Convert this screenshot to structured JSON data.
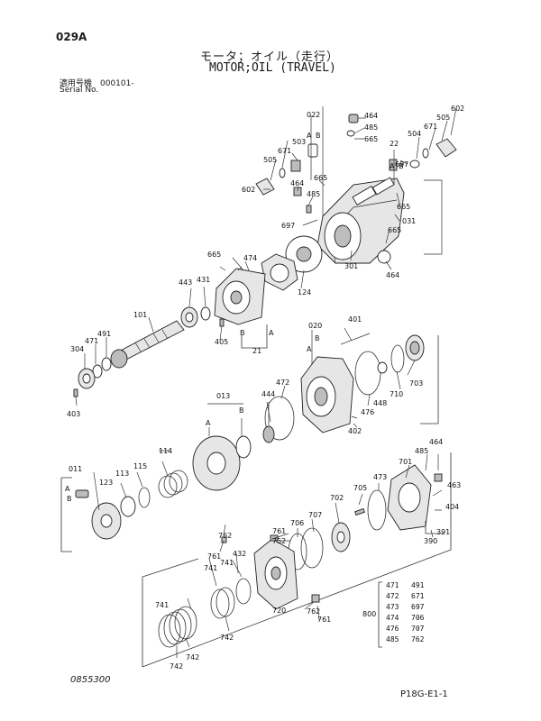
{
  "header": {
    "code": "029A",
    "title_jp": "モータ；オイル（走行）",
    "title_en": "MOTOR;OIL (TRAVEL)",
    "applicable_label": "適用号機　000101-",
    "serial_label": "Serial No."
  },
  "footer": {
    "drawing_no": "0855300",
    "page_ref": "P18G-E1-1"
  },
  "callouts": {
    "c022": "022",
    "c464a": "464",
    "c485a": "485",
    "c665a": "665",
    "c602a": "602",
    "c505a": "505",
    "c671a": "671",
    "c504a": "504",
    "c022b": "22",
    "c503": "503",
    "c671b": "671",
    "c505b": "505",
    "c697a": "697",
    "c602b": "602",
    "c464b": "464",
    "c485b": "485",
    "c665b": "665",
    "c665c": "665",
    "c031": "031",
    "c697b": "697",
    "c665d": "665",
    "c301": "301",
    "c464c": "464",
    "c474": "474",
    "c665e": "665",
    "c124": "124",
    "c443": "443",
    "c431": "431",
    "c101": "101",
    "c405": "405",
    "c021": "21",
    "c304": "304",
    "c471": "471",
    "c491": "491",
    "c403": "403",
    "c020": "020",
    "c401": "401",
    "c472": "472",
    "c444": "444",
    "c013": "013",
    "c448": "448",
    "c476": "476",
    "c710": "710",
    "c703": "703",
    "c402": "402",
    "c011": "011",
    "c123": "123",
    "c113": "113",
    "c115": "115",
    "c114": "114",
    "c701": "701",
    "c485c": "485",
    "c464d": "464",
    "c473": "473",
    "c705": "705",
    "c463": "463",
    "c404": "404",
    "c702": "702",
    "c391": "391",
    "c390": "390",
    "c707": "707",
    "c706": "706",
    "c761a": "761",
    "c752": "752",
    "c762a": "762",
    "c761b": "761",
    "c432": "432",
    "c741a": "741",
    "c741b": "741",
    "c741c": "741",
    "c762b": "762",
    "c761c": "761",
    "c720": "720",
    "c742a": "742",
    "c742b": "742",
    "c742c": "742",
    "mA1": "A",
    "mB1": "B",
    "mA2": "A",
    "mB2": "B",
    "mA3": "A",
    "mB3": "B",
    "mA4": "A",
    "mB4": "B",
    "mA5": "A",
    "mB5": "B",
    "mA6": "A",
    "mB6": "B"
  },
  "kit": {
    "label": "800",
    "left_col": [
      "471",
      "472",
      "473",
      "474",
      "476",
      "485"
    ],
    "right_col": [
      "491",
      "671",
      "697",
      "706",
      "707",
      "762"
    ]
  }
}
